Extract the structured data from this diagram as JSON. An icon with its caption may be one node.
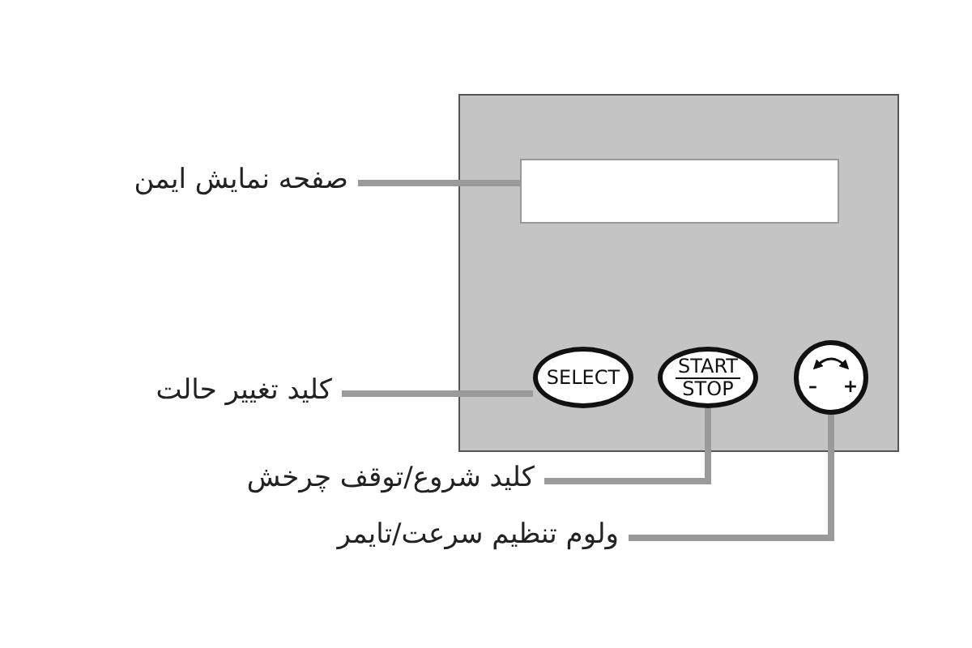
{
  "diagram": {
    "nodes": [
      {
        "text": [],
        "shape": "box"
      },
      {
        "text": [],
        "shape": "box",
        "in": 0
      },
      {
        "text": [
          "SELECT"
        ],
        "in": 0
      },
      {
        "text": [
          "START",
          "STOP"
        ],
        "in": 0
      },
      {
        "text": [
          "– +"
        ],
        "in": 0
      },
      {
        "text": [
          "صفحه نمایش ایمن"
        ]
      },
      {
        "text": [
          "کلید تغییر حالت"
        ]
      },
      {
        "text": [
          "کلید شروع/توقف چرخش"
        ]
      },
      {
        "text": [
          "ولوم تنظیم سرعت/تایمر"
        ]
      }
    ],
    "edges": [
      {
        "from": 5,
        "to": 1,
        "arrow": "none"
      },
      {
        "from": 6,
        "to": 2,
        "arrow": "none"
      },
      {
        "from": 7,
        "to": 3,
        "arrow": "none"
      },
      {
        "from": 8,
        "to": 4,
        "arrow": "none"
      }
    ]
  }
}
